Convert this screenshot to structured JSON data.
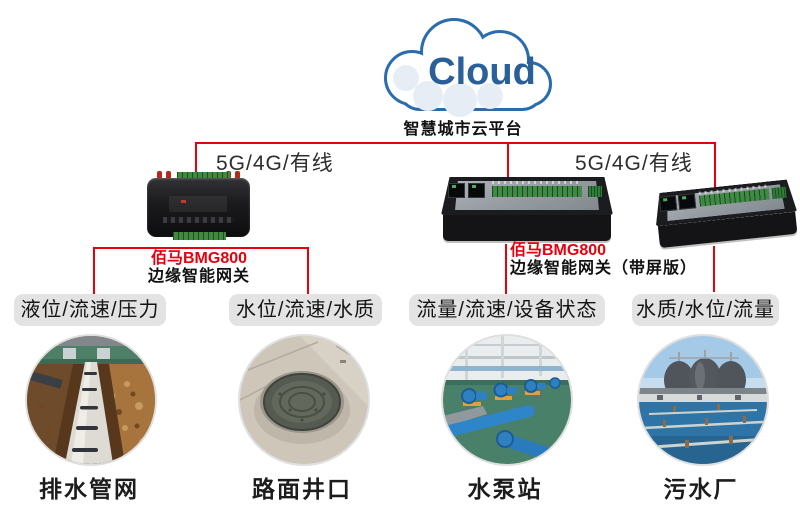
{
  "colors": {
    "accent_red": "#e8000f",
    "cloud_outline_blue": "#2a6cad",
    "cloud_text_blue": "#2a6099",
    "tag_background": "#e3e3e3",
    "terminal_green": "#3f8a45"
  },
  "cloud": {
    "label": "Cloud",
    "platform": "智慧城市云平台"
  },
  "uplinks": {
    "left": "5G/4G/有线",
    "right": "5G/4G/有线"
  },
  "gateways": {
    "left": {
      "model": "佰马BMG800",
      "name": "边缘智能网关"
    },
    "right": {
      "model": "佰马BMG800",
      "name": "边缘智能网关（带屏版）"
    }
  },
  "sites": [
    {
      "sensors": "液位/流速/压力",
      "name": "排水管网",
      "photo_icon": "drainage-pipeline-photo"
    },
    {
      "sensors": "水位/流速/水质",
      "name": "路面井口",
      "photo_icon": "manhole-photo"
    },
    {
      "sensors": "流量/流速/设备状态",
      "name": "水泵站",
      "photo_icon": "pump-station-photo"
    },
    {
      "sensors": "水质/水位/流量",
      "name": "污水厂",
      "photo_icon": "sewage-plant-photo"
    }
  ]
}
